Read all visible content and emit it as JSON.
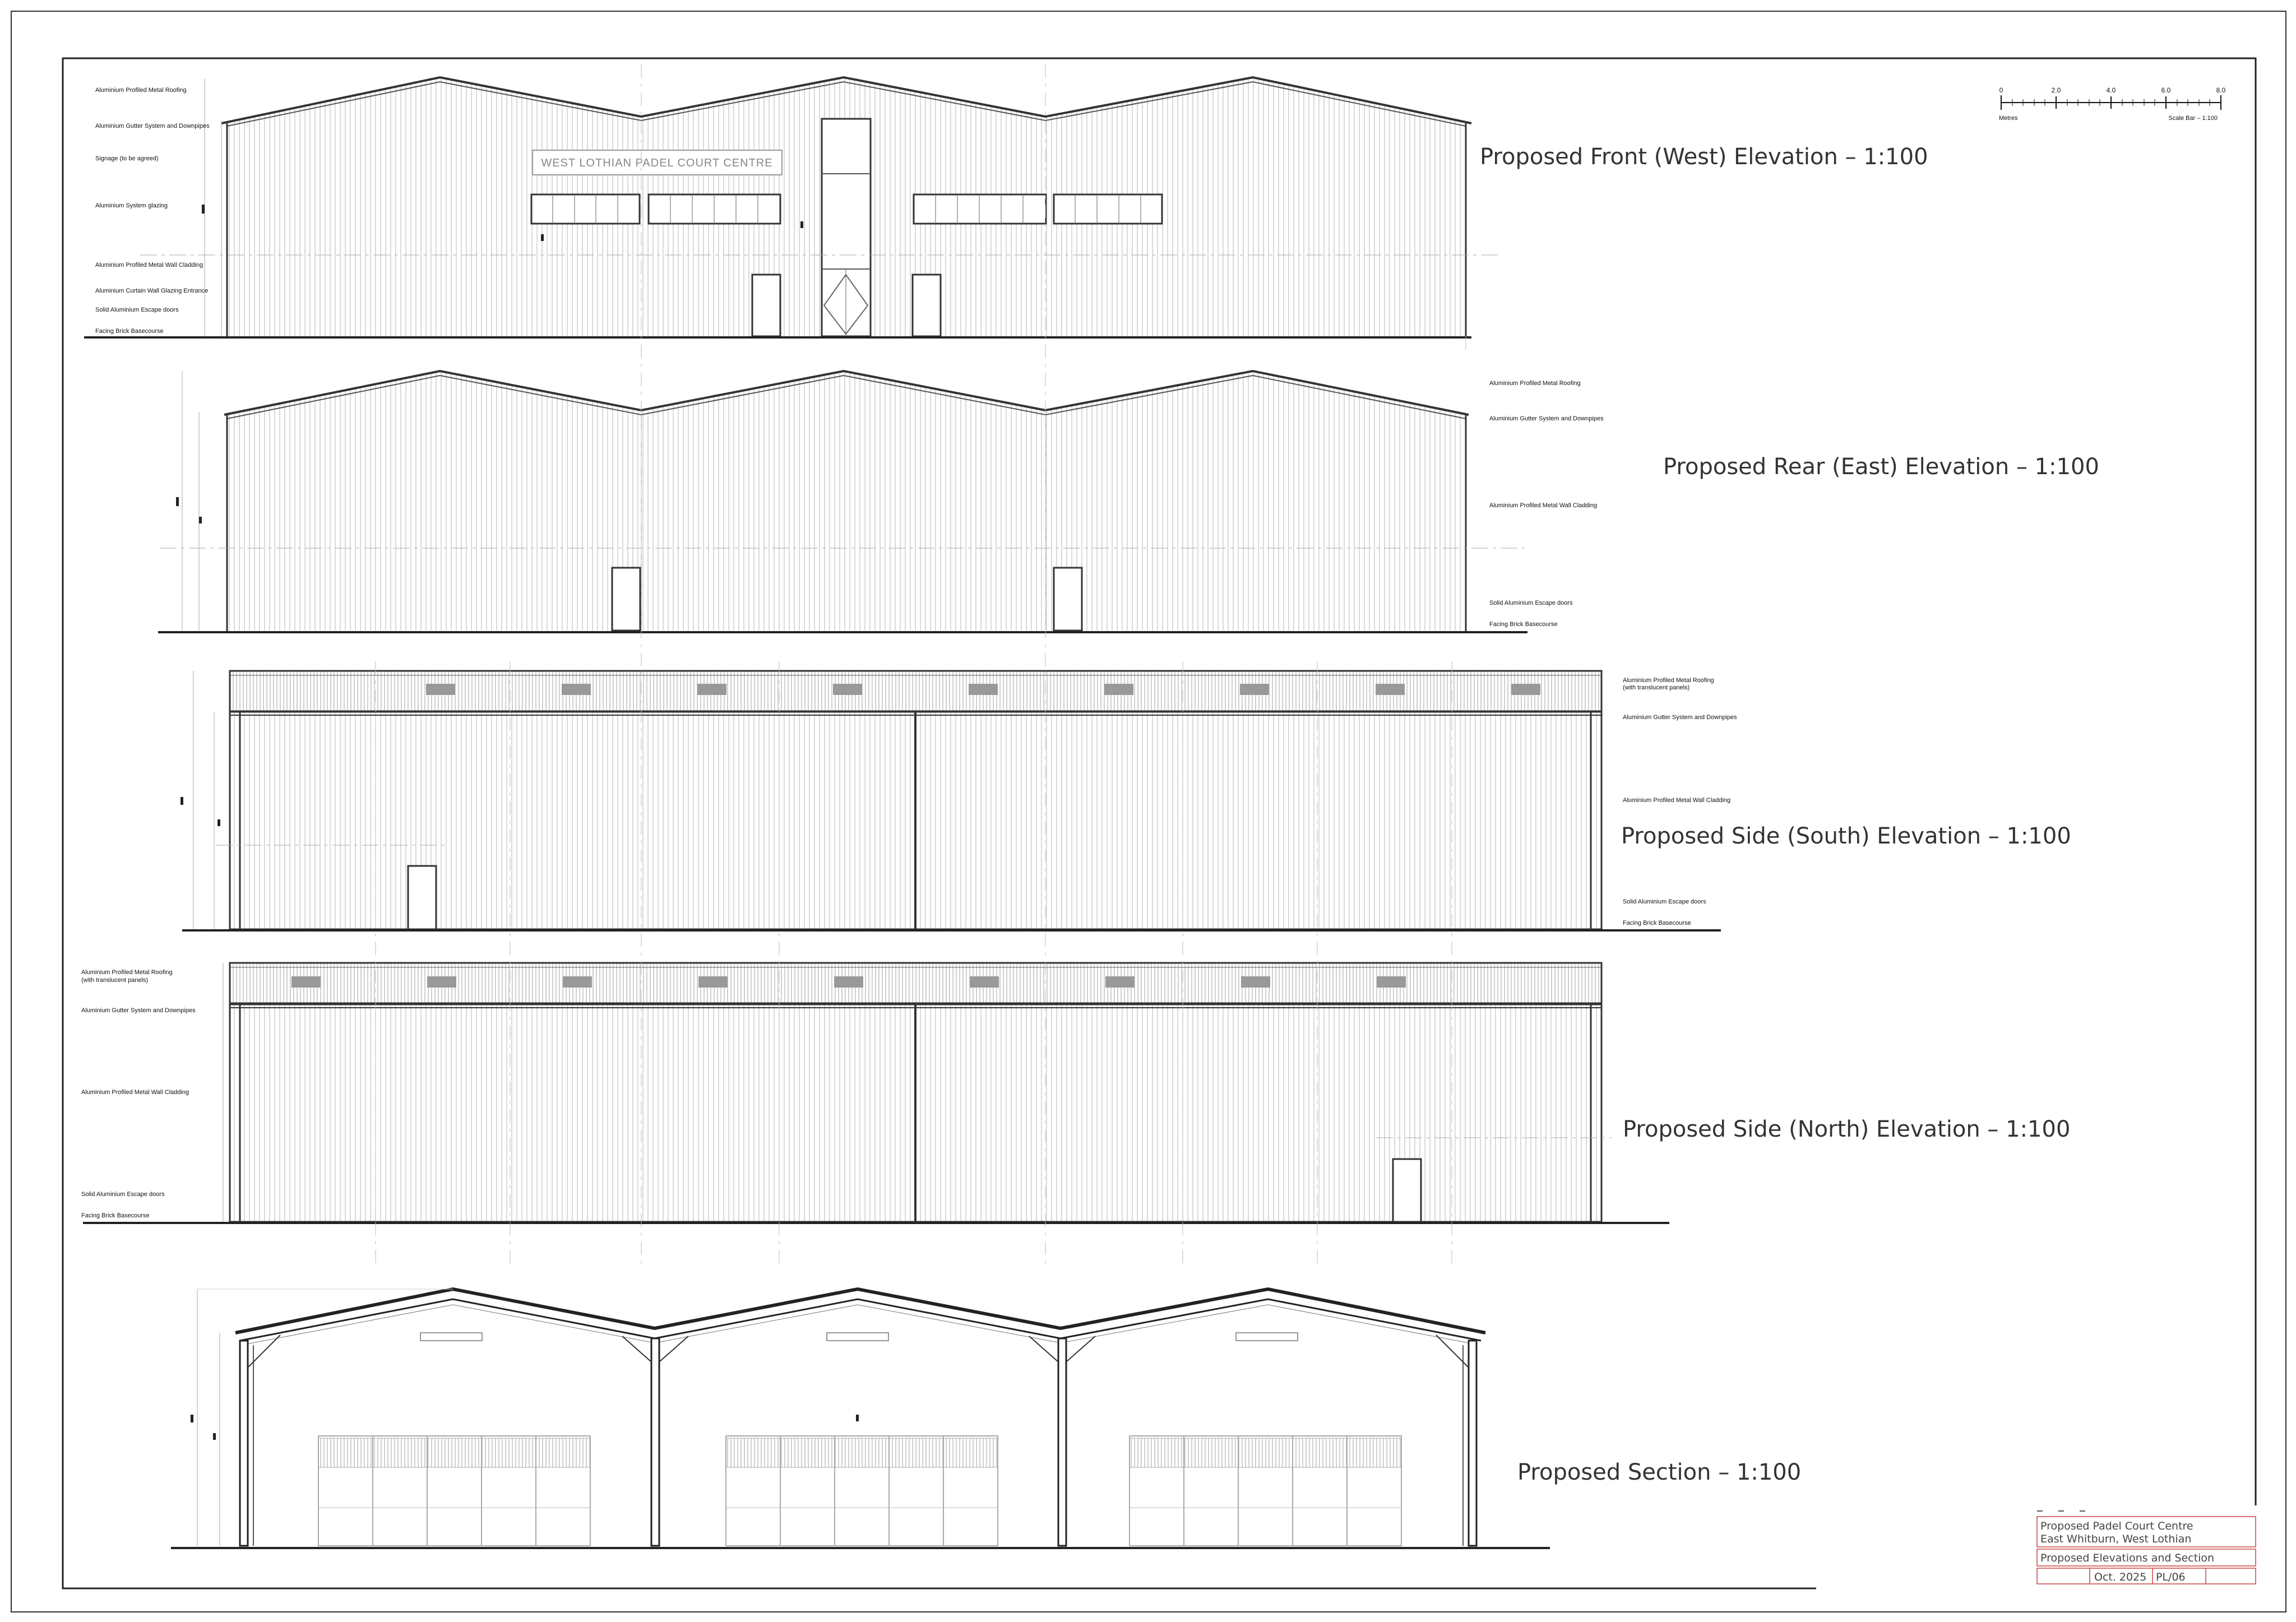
{
  "drawing": {
    "front": {
      "title": "Proposed Front (West) Elevation  –  1:100",
      "signage": "WEST LOTHIAN  PADEL COURT CENTRE",
      "notes": [
        "Aluminium Profiled Metal Roofing",
        "Aluminium Gutter System and Downpipes",
        "Signage (to be agreed)",
        "Aluminium System glazing",
        "Aluminium Profiled Metal Wall Cladding",
        "Aluminium Curtain Wall Glazing Entrance",
        "Solid Aluminium Escape doors",
        "Facing Brick Basecourse"
      ]
    },
    "rear": {
      "title": "Proposed Rear (East) Elevation  –  1:100",
      "notes": [
        "Aluminium Profiled Metal Roofing",
        "Aluminium Gutter System and Downpipes",
        "Aluminium Profiled Metal Wall Cladding",
        "Solid Aluminium Escape doors",
        "Facing Brick Basecourse"
      ]
    },
    "south": {
      "title": "Proposed Side (South) Elevation  –  1:100",
      "notes": [
        "Aluminium Profiled Metal Roofing",
        "(with translucent panels)",
        "Aluminium Gutter System and Downpipes",
        "Aluminium Profiled Metal Wall Cladding",
        "Solid Aluminium Escape doors",
        "Facing Brick Basecourse"
      ]
    },
    "north": {
      "title": "Proposed Side (North) Elevation  –  1:100",
      "notes": [
        "Aluminium Profiled Metal Roofing",
        "(with translucent panels)",
        "Aluminium Gutter System and Downpipes",
        "Aluminium Profiled Metal Wall Cladding",
        "Solid Aluminium Escape doors",
        "Facing Brick Basecourse"
      ]
    },
    "section": {
      "title": "Proposed Section  –  1:100"
    },
    "scale_bar": {
      "ticks": [
        "0",
        "2.0",
        "4.0",
        "6.0",
        "8.0"
      ],
      "unit": "Metres",
      "caption": "Scale Bar  –  1:100"
    },
    "title_block": {
      "project_line1": "Proposed Padel Court Centre",
      "project_line2": "East Whitburn, West Lothian",
      "drawing_title": "Proposed Elevations and Section",
      "date": "Oct. 2025",
      "drawing_no": "PL/06"
    }
  }
}
